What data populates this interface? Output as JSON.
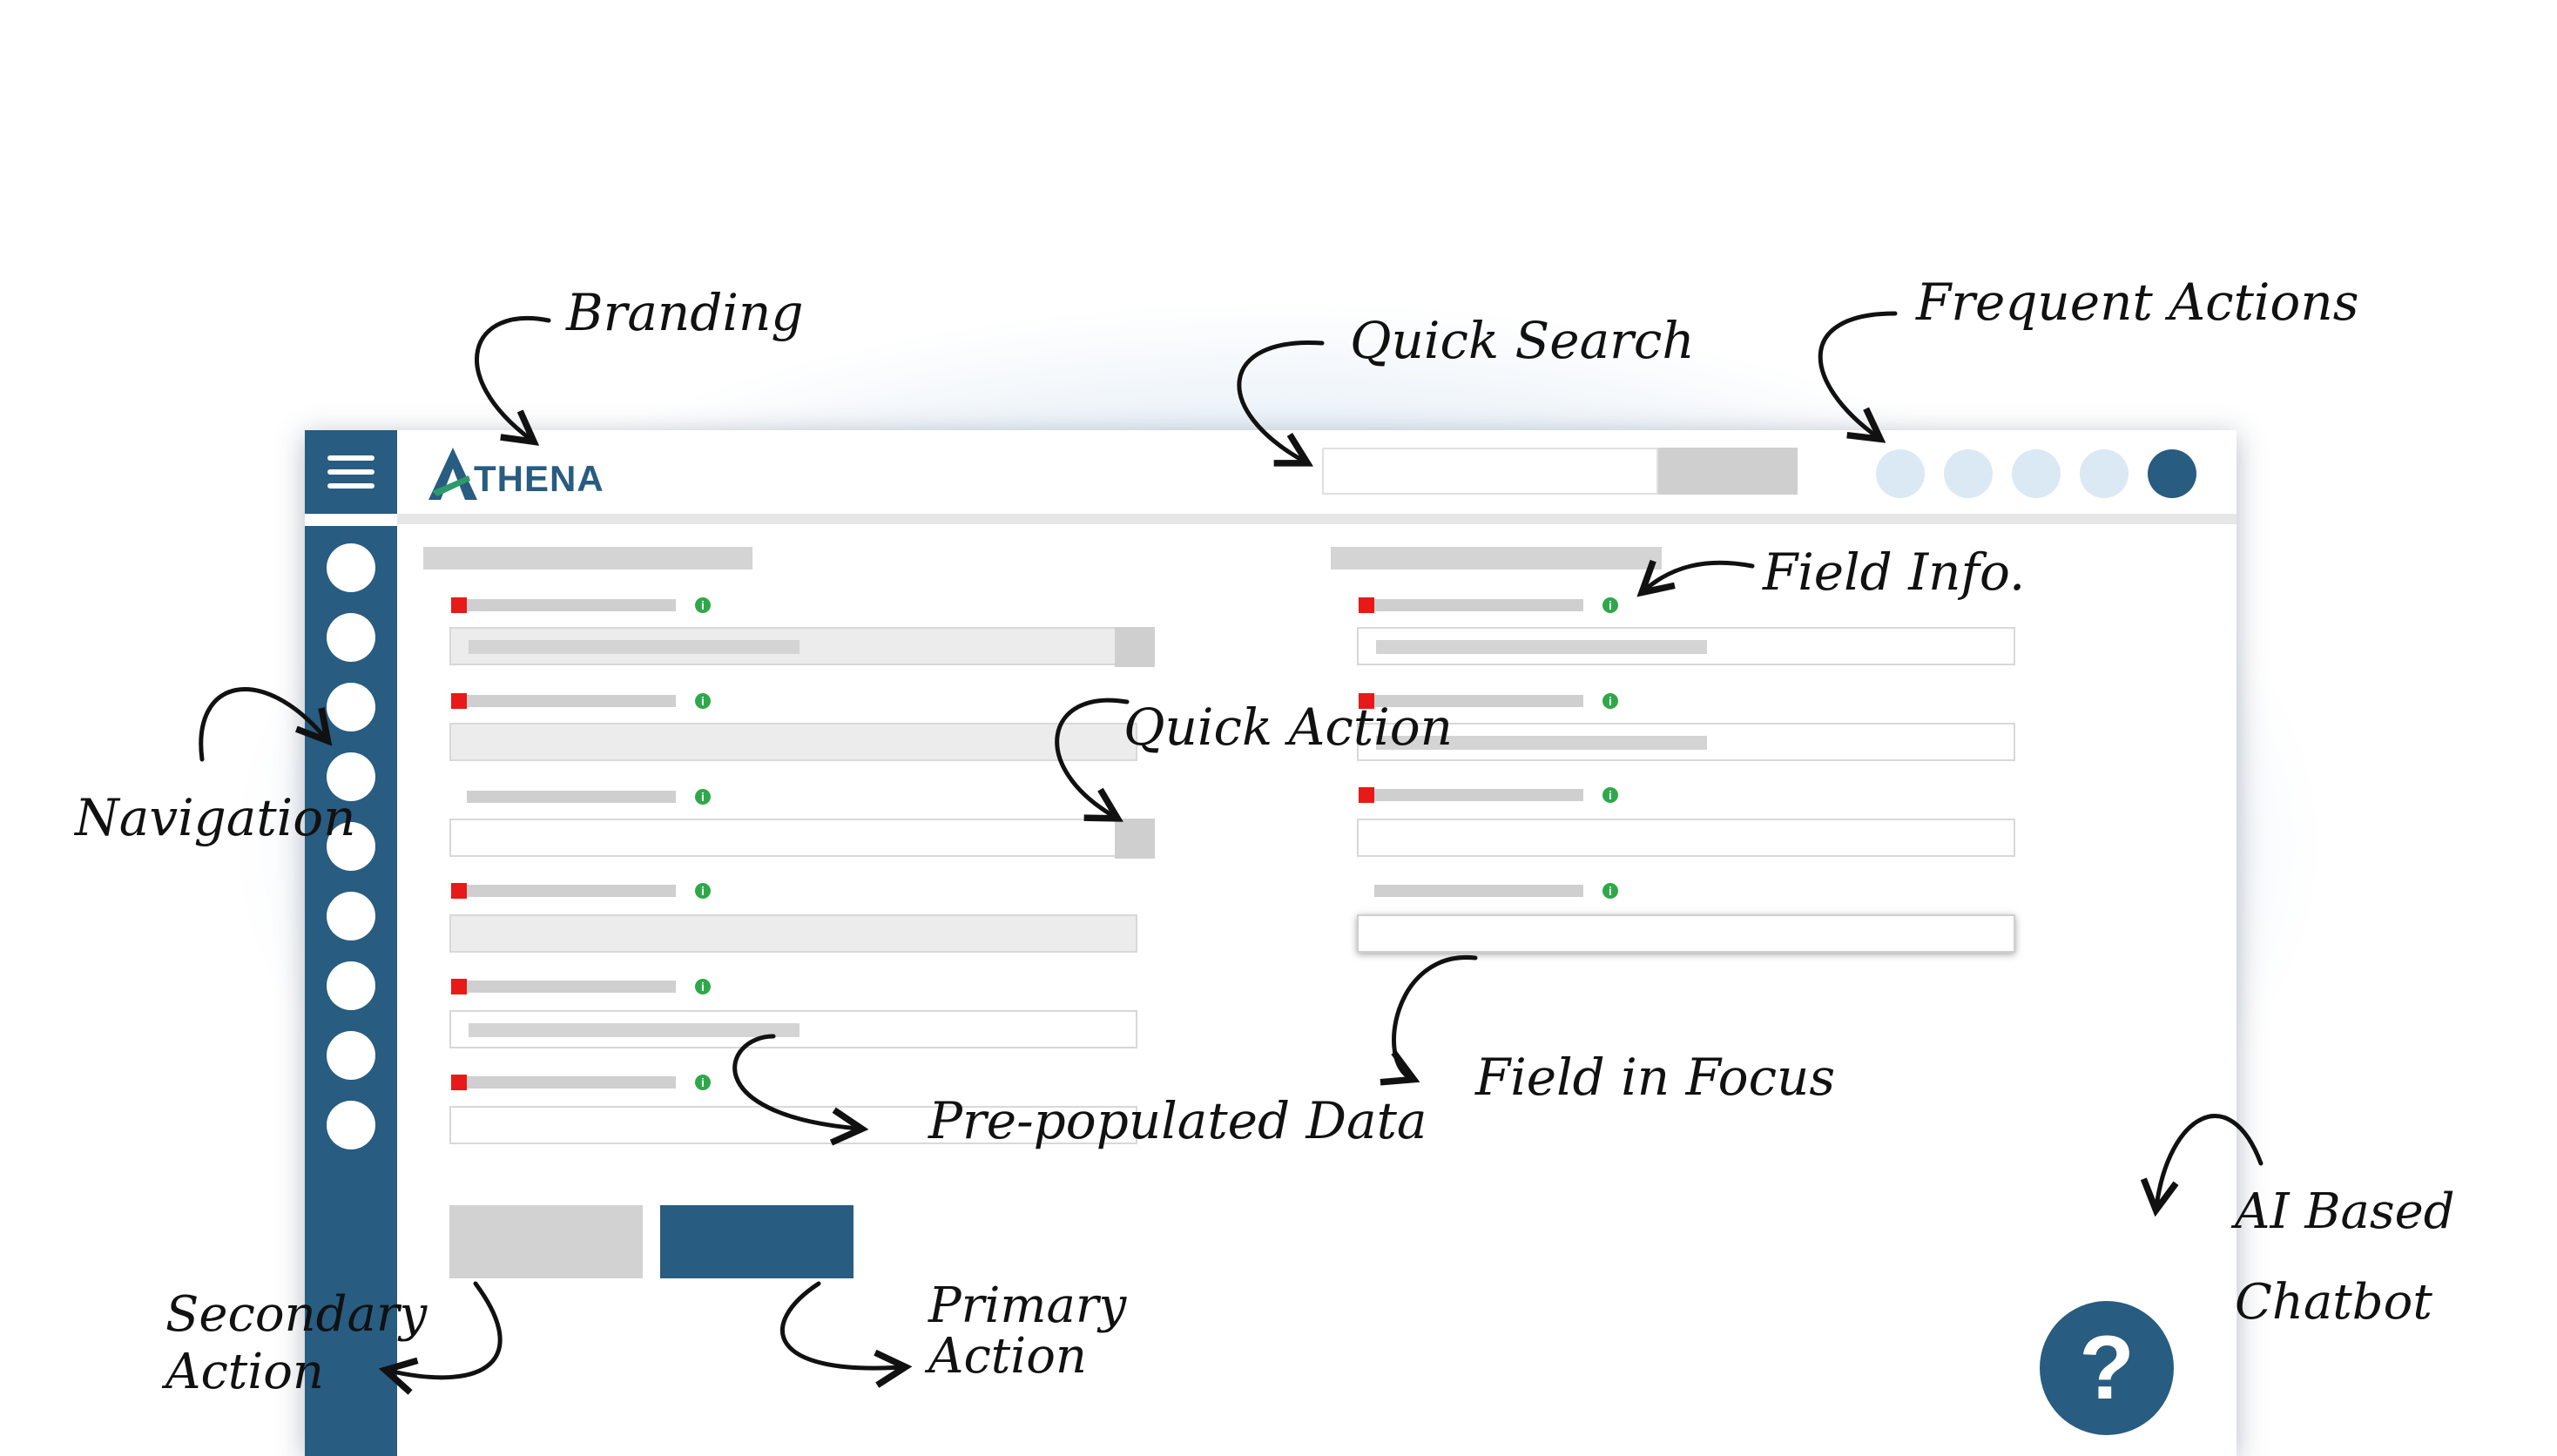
{
  "brand": {
    "logo_text": "THENA",
    "logo_mark": "A-mark-icon",
    "colors": {
      "primary": "#285c81",
      "mark_green": "#2e9a6a"
    }
  },
  "header": {
    "search": {
      "value": "",
      "placeholder": ""
    },
    "frequent_actions": [
      "action-1",
      "action-2",
      "action-3",
      "action-4",
      "action-5"
    ]
  },
  "navigation": {
    "item_count": 9
  },
  "form": {
    "left_fields": [
      {
        "required": true,
        "style": "filled",
        "prepopulated": true,
        "quick_action": true
      },
      {
        "required": true,
        "style": "filled",
        "prepopulated": false,
        "quick_action": false
      },
      {
        "required": false,
        "style": "empty",
        "prepopulated": false,
        "quick_action": true
      },
      {
        "required": true,
        "style": "filled",
        "prepopulated": false,
        "quick_action": false
      },
      {
        "required": true,
        "style": "empty",
        "prepopulated": true,
        "quick_action": false
      },
      {
        "required": true,
        "style": "empty",
        "prepopulated": false,
        "quick_action": false
      }
    ],
    "right_fields": [
      {
        "required": true,
        "style": "empty",
        "prepopulated": true
      },
      {
        "required": true,
        "style": "empty",
        "prepopulated": true
      },
      {
        "required": true,
        "style": "empty",
        "prepopulated": false
      },
      {
        "required": false,
        "style": "focus",
        "prepopulated": false
      }
    ]
  },
  "chatbot": {
    "label": "?"
  },
  "annotations": {
    "branding": "Branding",
    "quick_search": "Quick Search",
    "frequent_actions": "Frequent Actions",
    "field_info": "Field Info.",
    "quick_action": "Quick Action",
    "navigation": "Navigation",
    "prepopulated": "Pre-populated Data",
    "field_in_focus": "Field in Focus",
    "ai_line1": "AI Based",
    "ai_line2": "Chatbot",
    "secondary_line1": "Secondary",
    "secondary_line2": "Action",
    "primary_line1": "Primary",
    "primary_line2": "Action"
  }
}
